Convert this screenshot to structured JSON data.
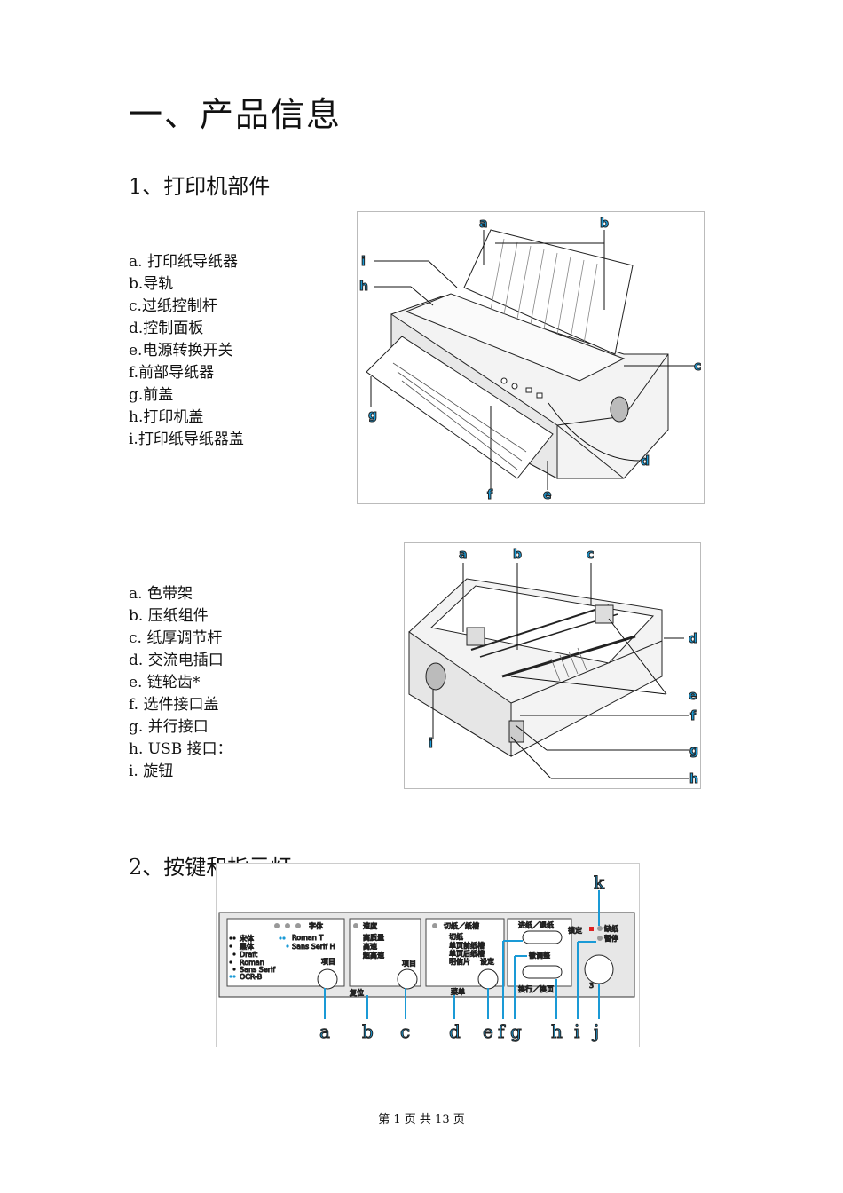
{
  "title": "一、产品信息",
  "section1": {
    "heading": "1、打印机部件",
    "parts": [
      "a. 打印纸导纸器",
      "b.导轨",
      "c.过纸控制杆",
      "d.控制面板",
      "e.电源转换开关",
      "f.前部导纸器",
      "g.前盖",
      "h.打印机盖",
      "i.打印纸导纸器盖"
    ],
    "figure_labels": [
      "a",
      "b",
      "c",
      "d",
      "e",
      "f",
      "g",
      "h",
      "i"
    ]
  },
  "section2": {
    "parts": [
      "a. 色带架",
      "b. 压纸组件",
      "c. 纸厚调节杆",
      "d. 交流电插口",
      "e. 链轮齿*",
      "f. 选件接口盖",
      "g. 并行接口",
      "h. USB 接口：",
      "i. 旋钮"
    ],
    "figure_labels": [
      "a",
      "b",
      "c",
      "d",
      "e",
      "f",
      "g",
      "h",
      "i"
    ]
  },
  "section3": {
    "heading": "2、按键和指示灯",
    "panel": {
      "font_header": "字体",
      "fonts": [
        "宋体",
        "黑体",
        "Draft",
        "Roman",
        "Sans Serif",
        "OCR-B"
      ],
      "fonts_right": [
        "Roman T",
        "Sans Serif H"
      ],
      "item1": "项目",
      "reset": "复位",
      "speed_header": "速度",
      "speeds": [
        "高质量",
        "高速",
        "超高速"
      ],
      "item2": "项目",
      "cut_header": "切纸／纸槽",
      "cuts": [
        "切纸",
        "单页前纸槽",
        "单页后纸槽",
        "明信片"
      ],
      "menu": "菜单",
      "set": "设定",
      "feed": "进纸／退纸",
      "micro": "微调整",
      "linefeed": "换行／换页",
      "lock": "锁定",
      "test": "缺纸",
      "pause": "暂停",
      "power": "3"
    },
    "labels": [
      "a",
      "b",
      "c",
      "d",
      "e",
      "f",
      "g",
      "h",
      "i",
      "j",
      "k"
    ]
  },
  "footer": "第 1 页 共 13 页"
}
